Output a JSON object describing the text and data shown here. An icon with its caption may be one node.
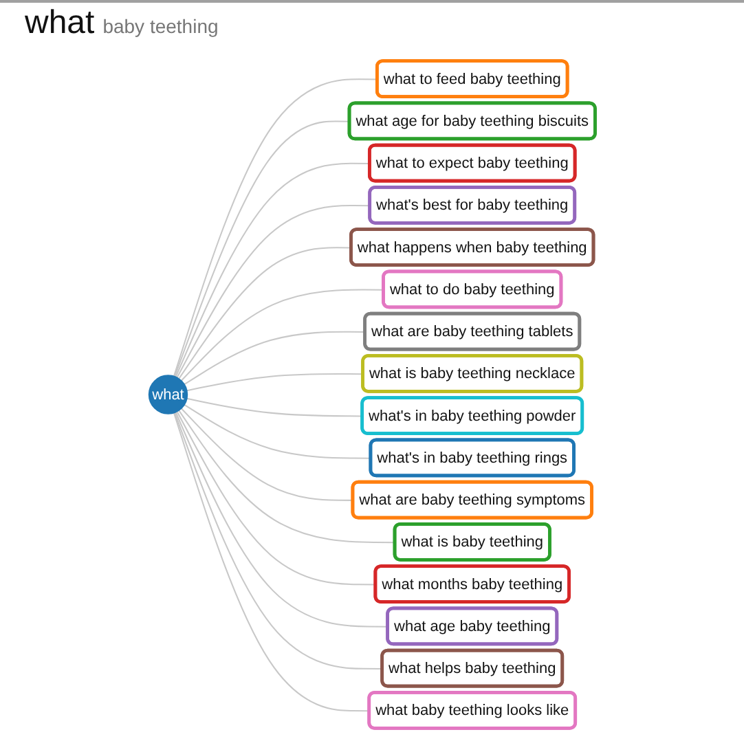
{
  "diagram": {
    "title": "what",
    "nodes": [
      {
        "text": [
          "what"
        ]
      },
      {
        "text": [
          "what to feed baby teething"
        ]
      },
      {
        "text": [
          "what age for baby teething biscuits"
        ]
      },
      {
        "text": [
          "what to expect baby teething"
        ]
      },
      {
        "text": [
          "what's best for baby teething"
        ]
      },
      {
        "text": [
          "what happens when baby teething"
        ]
      },
      {
        "text": [
          "what to do baby teething"
        ]
      },
      {
        "text": [
          "what are baby teething tablets"
        ]
      },
      {
        "text": [
          "what is baby teething necklace"
        ]
      },
      {
        "text": [
          "what's in baby teething powder"
        ]
      },
      {
        "text": [
          "what's in baby teething rings"
        ]
      },
      {
        "text": [
          "what are baby teething symptoms"
        ]
      },
      {
        "text": [
          "what is baby teething"
        ]
      },
      {
        "text": [
          "what months baby teething"
        ]
      },
      {
        "text": [
          "what age baby teething"
        ]
      },
      {
        "text": [
          "what helps baby teething"
        ]
      },
      {
        "text": [
          "what baby teething looks like"
        ]
      }
    ],
    "edges": [
      {
        "from": 0,
        "to": 1,
        "arrow": "none"
      },
      {
        "from": 0,
        "to": 2,
        "arrow": "none"
      },
      {
        "from": 0,
        "to": 3,
        "arrow": "none"
      },
      {
        "from": 0,
        "to": 4,
        "arrow": "none"
      },
      {
        "from": 0,
        "to": 5,
        "arrow": "none"
      },
      {
        "from": 0,
        "to": 6,
        "arrow": "none"
      },
      {
        "from": 0,
        "to": 7,
        "arrow": "none"
      },
      {
        "from": 0,
        "to": 8,
        "arrow": "none"
      },
      {
        "from": 0,
        "to": 9,
        "arrow": "none"
      },
      {
        "from": 0,
        "to": 10,
        "arrow": "none"
      },
      {
        "from": 0,
        "to": 11,
        "arrow": "none"
      },
      {
        "from": 0,
        "to": 12,
        "arrow": "none"
      },
      {
        "from": 0,
        "to": 13,
        "arrow": "none"
      },
      {
        "from": 0,
        "to": 14,
        "arrow": "none"
      },
      {
        "from": 0,
        "to": 15,
        "arrow": "none"
      },
      {
        "from": 0,
        "to": 16,
        "arrow": "none"
      }
    ],
    "labels": [
      "baby teething"
    ]
  }
}
